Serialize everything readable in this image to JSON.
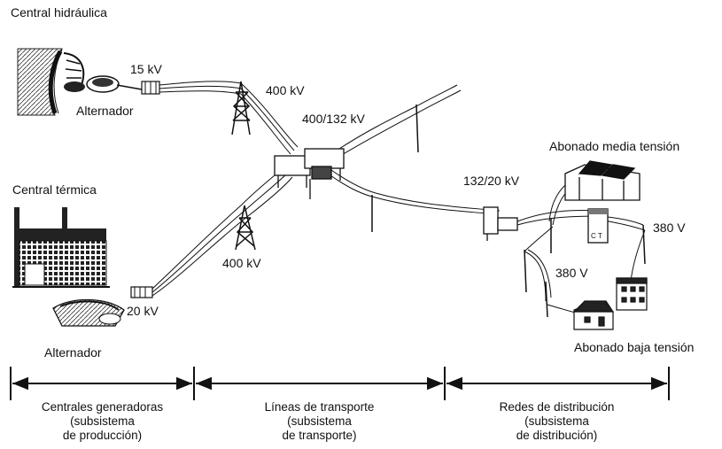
{
  "plants": {
    "hydro_title": "Central hidráulica",
    "thermal_title": "Central térmica",
    "alternator_hydro": "Alternador",
    "alternator_thermal": "Alternador"
  },
  "voltages": {
    "gen_hydro": "15 kV",
    "gen_thermal": "20 kV",
    "line_upper": "400 kV",
    "line_lower": "400 kV",
    "substation": "400/132 kV",
    "distribution_sub": "132/20 kV",
    "lv_right": "380 V",
    "lv_lower": "380 V"
  },
  "consumers": {
    "medium": "Abonado media tensión",
    "low": "Abonado baja tensión",
    "ct_label": "C T"
  },
  "sections": [
    {
      "line1": "Centrales generadoras",
      "line2": "(subsistema",
      "line3": "de producción)"
    },
    {
      "line1": "Líneas de transporte",
      "line2": "(subsistema",
      "line3": "de transporte)"
    },
    {
      "line1": "Redes de distribución",
      "line2": "(subsistema",
      "line3": "de distribución)"
    }
  ]
}
